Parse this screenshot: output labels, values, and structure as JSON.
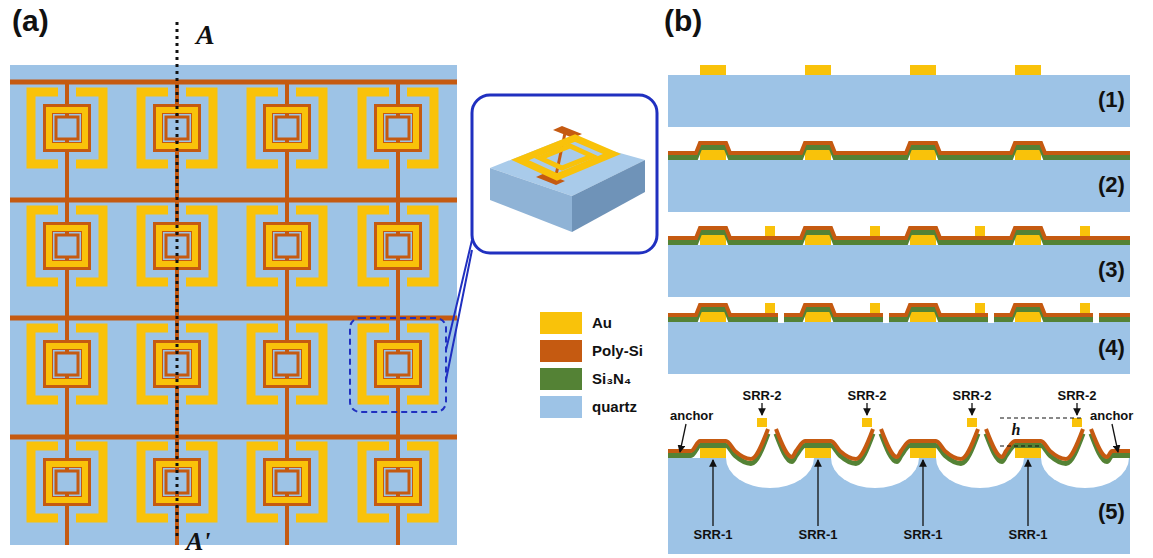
{
  "diagram": {
    "labels": [
      "(a)",
      "A",
      "A'",
      "(b)",
      "(1)",
      "(2)",
      "(3)",
      "(4)",
      "(5)",
      "anchor",
      "SRR-2",
      "SRR-2",
      "SRR-2",
      "SRR-2",
      "anchor",
      "h",
      "SRR-1",
      "SRR-1",
      "SRR-1",
      "SRR-1"
    ],
    "legend": [
      {
        "text": "Au",
        "color": "#f9c20a"
      },
      {
        "text": "Poly-Si",
        "color": "#c55a11"
      },
      {
        "text": "Si₃N₄",
        "color": "#548235"
      },
      {
        "text": "quartz",
        "color": "#9dc3e6"
      }
    ]
  }
}
